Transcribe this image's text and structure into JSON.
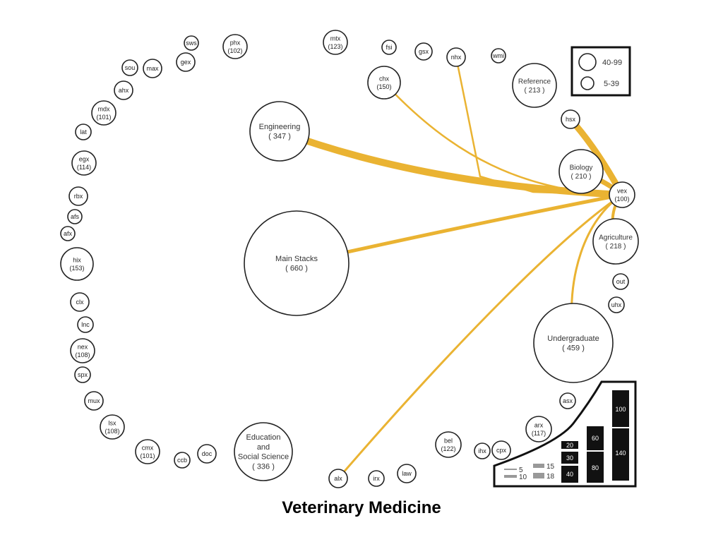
{
  "title": "Veterinary Medicine",
  "colors": {
    "link": "#eab332",
    "stroke": "#222222",
    "bar": "#111111",
    "weight_bar": "#999999"
  },
  "nodes": [
    {
      "id": "sws",
      "lines": [
        "sws"
      ]
    },
    {
      "id": "phx",
      "lines": [
        "phx",
        "(102)"
      ]
    },
    {
      "id": "mtx",
      "lines": [
        "mtx",
        "(123)"
      ]
    },
    {
      "id": "fsi",
      "lines": [
        "fsi"
      ]
    },
    {
      "id": "gsx",
      "lines": [
        "gsx"
      ]
    },
    {
      "id": "nhx",
      "lines": [
        "nhx"
      ]
    },
    {
      "id": "wmi",
      "lines": [
        "wmi"
      ]
    },
    {
      "id": "sou",
      "lines": [
        "sou"
      ]
    },
    {
      "id": "max",
      "lines": [
        "max"
      ]
    },
    {
      "id": "gex",
      "lines": [
        "gex"
      ]
    },
    {
      "id": "ahx",
      "lines": [
        "ahx"
      ]
    },
    {
      "id": "mdx",
      "lines": [
        "mdx",
        "(101)"
      ]
    },
    {
      "id": "lat",
      "lines": [
        "lat"
      ]
    },
    {
      "id": "egx",
      "lines": [
        "egx",
        "(114)"
      ]
    },
    {
      "id": "rbx",
      "lines": [
        "rbx"
      ]
    },
    {
      "id": "afs",
      "lines": [
        "afs"
      ]
    },
    {
      "id": "afx",
      "lines": [
        "afx"
      ]
    },
    {
      "id": "hix",
      "lines": [
        "hix",
        "(153)"
      ]
    },
    {
      "id": "clx",
      "lines": [
        "clx"
      ]
    },
    {
      "id": "lnc",
      "lines": [
        "lnc"
      ]
    },
    {
      "id": "nex",
      "lines": [
        "nex",
        "(108)"
      ]
    },
    {
      "id": "spx",
      "lines": [
        "spx"
      ]
    },
    {
      "id": "mux",
      "lines": [
        "mux"
      ]
    },
    {
      "id": "lsx",
      "lines": [
        "lsx",
        "(108)"
      ]
    },
    {
      "id": "cmx",
      "lines": [
        "cmx",
        "(101)"
      ]
    },
    {
      "id": "ccb",
      "lines": [
        "ccb"
      ]
    },
    {
      "id": "doc",
      "lines": [
        "doc"
      ]
    },
    {
      "id": "alx",
      "lines": [
        "alx"
      ]
    },
    {
      "id": "irx",
      "lines": [
        "irx"
      ]
    },
    {
      "id": "law",
      "lines": [
        "law"
      ]
    },
    {
      "id": "bel",
      "lines": [
        "bel",
        "(122)"
      ]
    },
    {
      "id": "ihx",
      "lines": [
        "ihx"
      ]
    },
    {
      "id": "cpx",
      "lines": [
        "cpx"
      ]
    },
    {
      "id": "arx",
      "lines": [
        "arx",
        "(117)"
      ]
    },
    {
      "id": "asx",
      "lines": [
        "asx"
      ]
    },
    {
      "id": "out",
      "lines": [
        "out"
      ]
    },
    {
      "id": "uhx",
      "lines": [
        "uhx"
      ]
    },
    {
      "id": "hsx",
      "lines": [
        "hsx"
      ]
    },
    {
      "id": "chx",
      "lines": [
        "chx",
        "(150)"
      ]
    },
    {
      "id": "vex",
      "lines": [
        "vex",
        "(100)"
      ]
    },
    {
      "id": "reference",
      "lines": [
        "Reference",
        "( 213 )"
      ]
    },
    {
      "id": "biology",
      "lines": [
        "Biology",
        "( 210 )"
      ]
    },
    {
      "id": "agriculture",
      "lines": [
        "Agriculture",
        "( 218 )"
      ]
    },
    {
      "id": "engineering",
      "lines": [
        "Engineering",
        "( 347 )"
      ]
    },
    {
      "id": "main-stacks",
      "lines": [
        "Main Stacks",
        "( 660 )"
      ]
    },
    {
      "id": "undergraduate",
      "lines": [
        "Undergraduate",
        "( 459 )"
      ]
    },
    {
      "id": "education",
      "lines": [
        "Education",
        "and",
        "Social Science",
        "( 336 )"
      ]
    }
  ],
  "links": [
    {
      "source": "engineering",
      "target": "vex",
      "weight": 140
    },
    {
      "source": "main-stacks",
      "target": "vex",
      "weight": 60
    },
    {
      "source": "chx",
      "target": "vex",
      "weight": 15
    },
    {
      "source": "nhx",
      "target": "vex",
      "weight": 18
    },
    {
      "source": "hsx",
      "target": "vex",
      "weight": 80
    },
    {
      "source": "biology",
      "target": "vex",
      "weight": 100
    },
    {
      "source": "agriculture",
      "target": "vex",
      "weight": 30
    },
    {
      "source": "undergraduate",
      "target": "vex",
      "weight": 20
    },
    {
      "source": "alx",
      "target": "vex",
      "weight": 15
    }
  ],
  "legend": {
    "size_key": [
      "40-99",
      "5-39"
    ],
    "bars": [
      "20",
      "30",
      "40",
      "60",
      "80",
      "100",
      "140"
    ],
    "weights": [
      "5",
      "10",
      "15",
      "18"
    ]
  }
}
